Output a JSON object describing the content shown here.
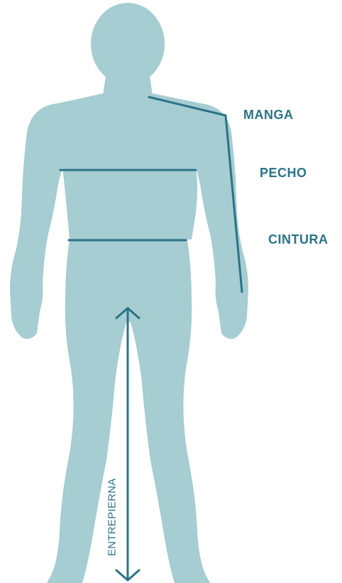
{
  "colors": {
    "body_fill": "#a6cdd1",
    "measure_line": "#2b7388",
    "label_text": "#2b7388"
  },
  "labels": {
    "manga": "MANGA",
    "pecho": "PECHO",
    "cintura": "CINTURA",
    "entrepierna": "ENTREPIERNA"
  }
}
